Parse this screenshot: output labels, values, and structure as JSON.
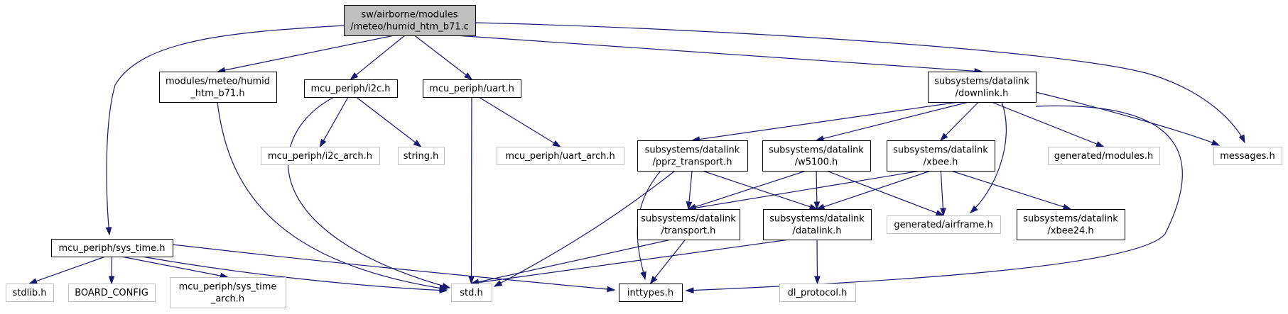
{
  "nodes": [
    {
      "id": "root",
      "lines": [
        "sw/airborne/modules",
        "/meteo/humid_htm_b71.c"
      ],
      "style": "root"
    },
    {
      "id": "humid_h",
      "lines": [
        "modules/meteo/humid",
        "_htm_b71.h"
      ],
      "style": "doc"
    },
    {
      "id": "i2c",
      "lines": [
        "mcu_periph/i2c.h"
      ],
      "style": "doc"
    },
    {
      "id": "uart",
      "lines": [
        "mcu_periph/uart.h"
      ],
      "style": "doc"
    },
    {
      "id": "downlink",
      "lines": [
        "subsystems/datalink",
        "/downlink.h"
      ],
      "style": "doc"
    },
    {
      "id": "sys_time",
      "lines": [
        "mcu_periph/sys_time.h"
      ],
      "style": "doc"
    },
    {
      "id": "i2c_arch",
      "lines": [
        "mcu_periph/i2c_arch.h"
      ],
      "style": "ext"
    },
    {
      "id": "string",
      "lines": [
        "string.h"
      ],
      "style": "ext"
    },
    {
      "id": "uart_arch",
      "lines": [
        "mcu_periph/uart_arch.h"
      ],
      "style": "ext"
    },
    {
      "id": "pprz",
      "lines": [
        "subsystems/datalink",
        "/pprz_transport.h"
      ],
      "style": "doc"
    },
    {
      "id": "w5100",
      "lines": [
        "subsystems/datalink",
        "/w5100.h"
      ],
      "style": "doc"
    },
    {
      "id": "xbee",
      "lines": [
        "subsystems/datalink",
        "/xbee.h"
      ],
      "style": "doc"
    },
    {
      "id": "gen_modules",
      "lines": [
        "generated/modules.h"
      ],
      "style": "ext"
    },
    {
      "id": "messages",
      "lines": [
        "messages.h"
      ],
      "style": "ext"
    },
    {
      "id": "transport",
      "lines": [
        "subsystems/datalink",
        "/transport.h"
      ],
      "style": "doc"
    },
    {
      "id": "datalink",
      "lines": [
        "subsystems/datalink",
        "/datalink.h"
      ],
      "style": "doc"
    },
    {
      "id": "airframe",
      "lines": [
        "generated/airframe.h"
      ],
      "style": "ext"
    },
    {
      "id": "xbee24",
      "lines": [
        "subsystems/datalink",
        "/xbee24.h"
      ],
      "style": "doc"
    },
    {
      "id": "stdlib",
      "lines": [
        "stdlib.h"
      ],
      "style": "ext"
    },
    {
      "id": "board_config",
      "lines": [
        "BOARD_CONFIG"
      ],
      "style": "ext"
    },
    {
      "id": "sys_time_arch",
      "lines": [
        "mcu_periph/sys_time",
        "_arch.h"
      ],
      "style": "ext"
    },
    {
      "id": "std",
      "lines": [
        "std.h"
      ],
      "style": "ext"
    },
    {
      "id": "inttypes",
      "lines": [
        "inttypes.h"
      ],
      "style": "doc"
    },
    {
      "id": "dl_protocol",
      "lines": [
        "dl_protocol.h"
      ],
      "style": "ext"
    }
  ],
  "edges": [
    {
      "from": "root",
      "to": "humid_h"
    },
    {
      "from": "root",
      "to": "i2c"
    },
    {
      "from": "root",
      "to": "uart"
    },
    {
      "from": "root",
      "to": "downlink"
    },
    {
      "from": "root",
      "to": "messages"
    },
    {
      "from": "root",
      "to": "sys_time"
    },
    {
      "from": "humid_h",
      "to": "std"
    },
    {
      "from": "i2c",
      "to": "i2c_arch"
    },
    {
      "from": "i2c",
      "to": "string"
    },
    {
      "from": "i2c",
      "to": "std"
    },
    {
      "from": "uart",
      "to": "uart_arch"
    },
    {
      "from": "uart",
      "to": "std"
    },
    {
      "from": "downlink",
      "to": "pprz"
    },
    {
      "from": "downlink",
      "to": "w5100"
    },
    {
      "from": "downlink",
      "to": "xbee"
    },
    {
      "from": "downlink",
      "to": "gen_modules"
    },
    {
      "from": "downlink",
      "to": "messages"
    },
    {
      "from": "downlink",
      "to": "airframe"
    },
    {
      "from": "downlink",
      "to": "inttypes"
    },
    {
      "from": "pprz",
      "to": "transport"
    },
    {
      "from": "pprz",
      "to": "datalink"
    },
    {
      "from": "pprz",
      "to": "std"
    },
    {
      "from": "pprz",
      "to": "inttypes"
    },
    {
      "from": "w5100",
      "to": "transport"
    },
    {
      "from": "w5100",
      "to": "datalink"
    },
    {
      "from": "w5100",
      "to": "airframe"
    },
    {
      "from": "xbee",
      "to": "transport"
    },
    {
      "from": "xbee",
      "to": "datalink"
    },
    {
      "from": "xbee",
      "to": "airframe"
    },
    {
      "from": "xbee",
      "to": "xbee24"
    },
    {
      "from": "transport",
      "to": "std"
    },
    {
      "from": "transport",
      "to": "inttypes"
    },
    {
      "from": "datalink",
      "to": "std"
    },
    {
      "from": "datalink",
      "to": "dl_protocol"
    },
    {
      "from": "sys_time",
      "to": "stdlib"
    },
    {
      "from": "sys_time",
      "to": "board_config"
    },
    {
      "from": "sys_time",
      "to": "sys_time_arch"
    },
    {
      "from": "sys_time",
      "to": "std"
    },
    {
      "from": "sys_time",
      "to": "inttypes"
    }
  ],
  "colors": {
    "edge": "#191970",
    "root_fill": "#bfbfbf",
    "root_border": "#000000",
    "doc_border": "#000000",
    "ext_border": "#bfbfbf",
    "box_fill": "#ffffff"
  }
}
